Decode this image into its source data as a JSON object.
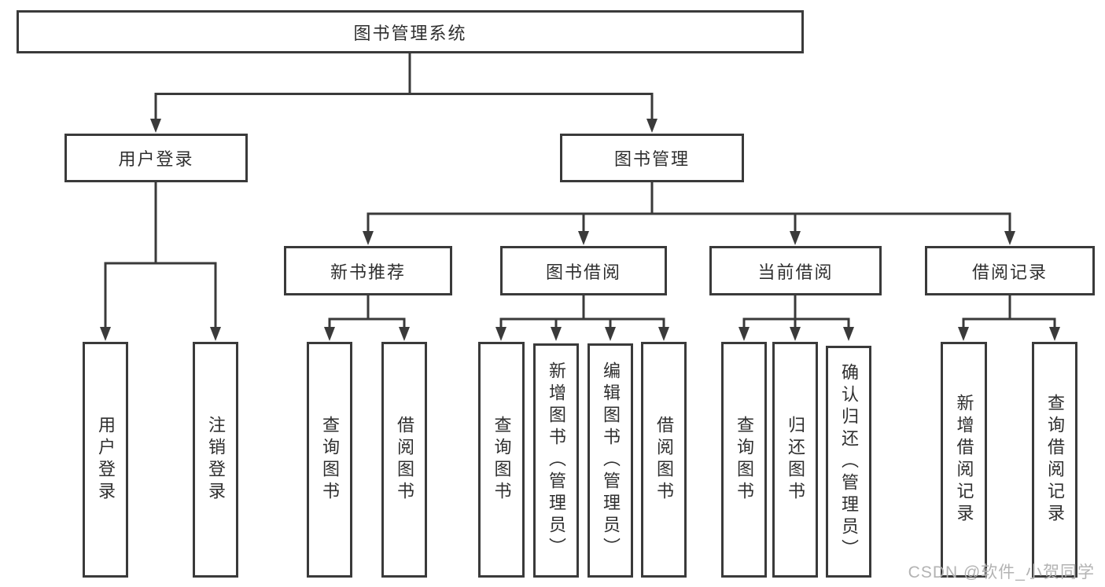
{
  "nodes": {
    "root": "图书管理系统",
    "user_login": "用户登录",
    "book_management": "图书管理",
    "new_book_recommend": "新书推荐",
    "book_borrowing": "图书借阅",
    "current_borrowing": "当前借阅",
    "borrowing_records": "借阅记录",
    "leaf_user_login": "用户登录",
    "leaf_logout": "注销登录",
    "leaf_nb_query_books": "查询图书",
    "leaf_nb_borrow_books": "借阅图书",
    "leaf_bb_query_books": "查询图书",
    "leaf_bb_add_books": "新增图书（管理员）",
    "leaf_bb_edit_books": "编辑图书（管理员）",
    "leaf_bb_borrow_books": "借阅图书",
    "leaf_cb_query_books": "查询图书",
    "leaf_cb_return_books": "归还图书",
    "leaf_cb_confirm_return": "确认归还（管理员）",
    "leaf_br_add_record": "新增借阅记录",
    "leaf_br_query_record": "查询借阅记录"
  },
  "watermark": "CSDN @软件_小贺同学",
  "colors": {
    "line": "#3a3a3a",
    "text": "#2f2f2f",
    "watermark": "#b3b3b3",
    "background": "#ffffff"
  }
}
